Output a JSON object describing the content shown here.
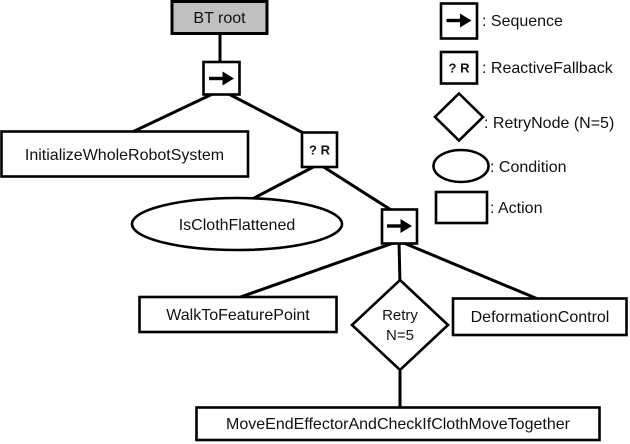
{
  "diagram": {
    "root": {
      "label": "BT root"
    },
    "nodes": {
      "init": {
        "label": "InitializeWholeRobotSystem"
      },
      "reactive_fallback": {
        "label": "? R"
      },
      "is_cloth_flattened": {
        "label": "IsClothFlattened"
      },
      "walk": {
        "label": "WalkToFeaturePoint"
      },
      "retry": {
        "line1": "Retry",
        "line2": "N=5"
      },
      "deformation": {
        "label": "DeformationControl"
      },
      "move": {
        "label": "MoveEndEffectorAndCheckIfClothMoveTogether"
      }
    }
  },
  "legend": {
    "reactive_fallback_icon_text": "? R",
    "items": [
      {
        "icon": "sequence-arrow-icon",
        "label": ": Sequence"
      },
      {
        "icon": "reactive-fallback-icon",
        "label": ": ReactiveFallback"
      },
      {
        "icon": "retry-diamond-icon",
        "label": ": RetryNode (N=5)"
      },
      {
        "icon": "condition-ellipse-icon",
        "label": ": Condition"
      },
      {
        "icon": "action-rect-icon",
        "label": ": Action"
      }
    ]
  },
  "colors": {
    "root_fill": "#c0c0c0",
    "node_fill": "#ffffff",
    "stroke": "#000000",
    "background": "#ffffff"
  }
}
